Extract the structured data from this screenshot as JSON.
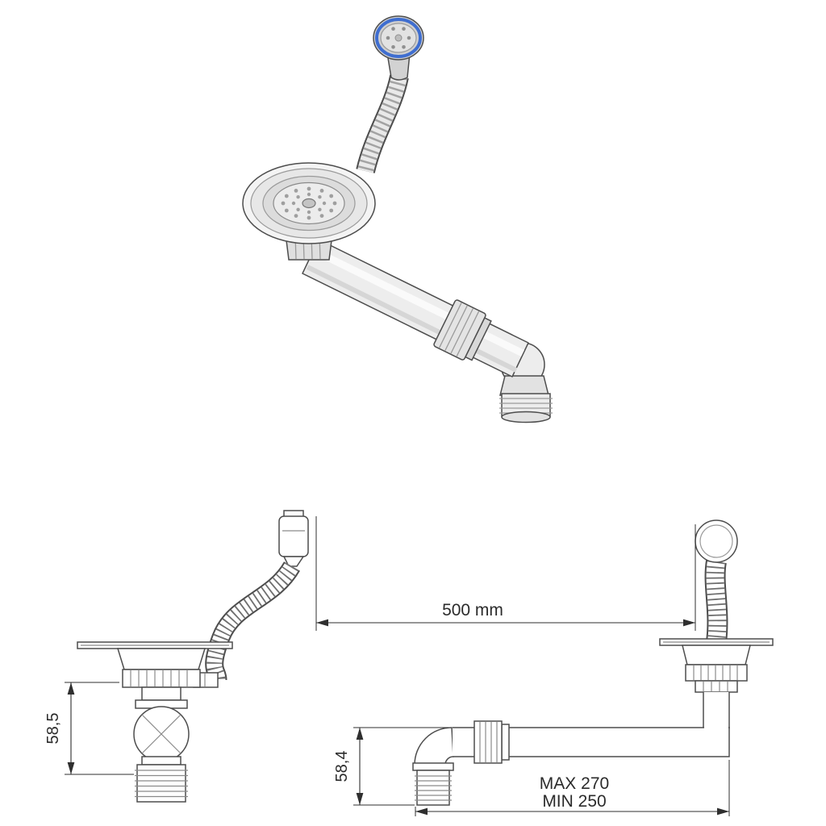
{
  "dimensions": {
    "hose_length": "500 mm",
    "left_drain_height": "58,5",
    "right_drain_height": "58,4",
    "pipe_length_max": "MAX 270",
    "pipe_length_min": "MIN 250"
  },
  "colors": {
    "background": "#ffffff",
    "line": "#4d4d4d",
    "dimension_text": "#2b2b2b",
    "accent_blue": "#3f6ed0",
    "metal_light": "#ededed",
    "metal_mid": "#dcdcdc"
  }
}
